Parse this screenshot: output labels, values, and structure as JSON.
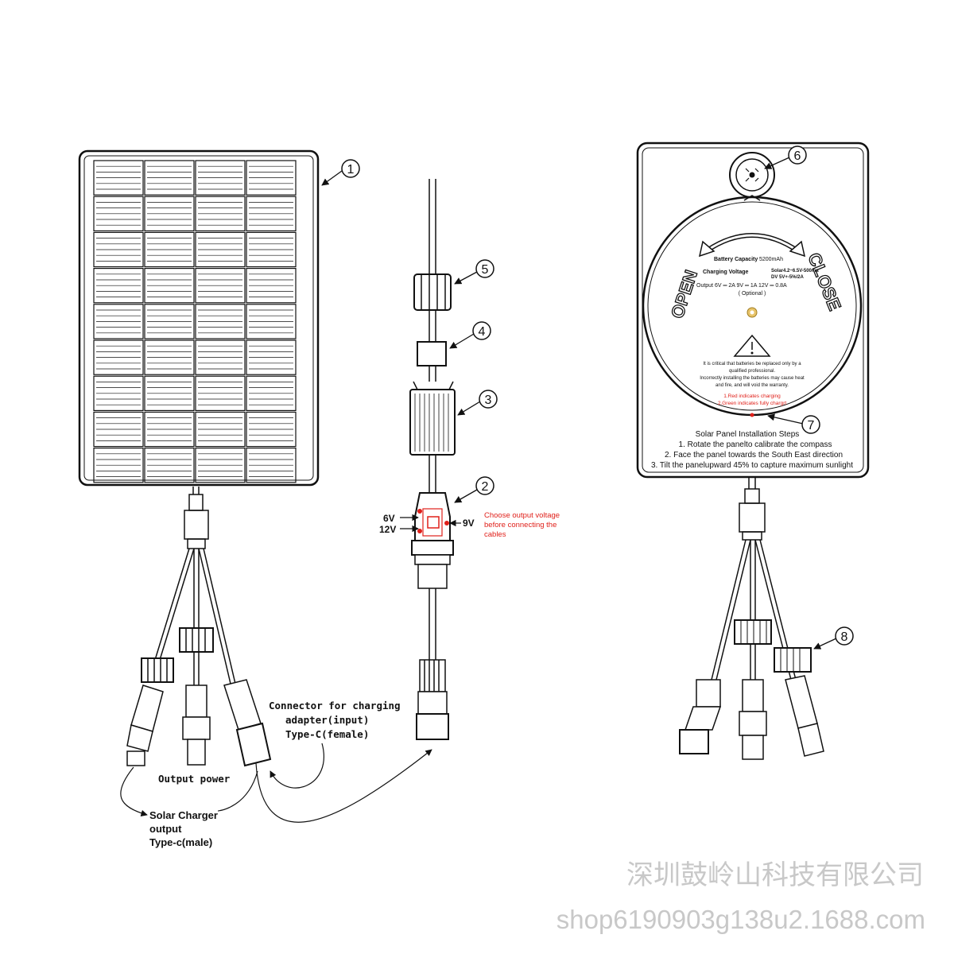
{
  "callouts": [
    "1",
    "2",
    "3",
    "4",
    "5",
    "6",
    "7",
    "8"
  ],
  "voltage": {
    "v6": "6V",
    "v12": "12V",
    "v9": "9V",
    "note": [
      "Choose output voltage",
      "before connecting the",
      "cables"
    ]
  },
  "connector_label": {
    "line1": "Connector for charging",
    "line2": "adapter(input)",
    "line3": "Type-C(female)"
  },
  "output_power": "Output power",
  "solar_charger": {
    "line1": "Solar Charger",
    "line2": "output",
    "line3": "Type-c(male)"
  },
  "dial": {
    "open": "OPEN",
    "close": "CLOSE",
    "battery_label": "Battery Capacity",
    "battery_value": "5200mAh",
    "charging_label": "Charging Voltage",
    "charging_value1": "Solar4.2~6.5V-500ma",
    "charging_value2": "DV 5V+-5%/2A",
    "output_line": "Output  6V ═ 2A  9V ═ 1A  12V ═ 0.8A",
    "optional": "( Optional )",
    "warning": [
      "It is critical that batteries be replaced only by a",
      "qualified professional.",
      "Incorrectly installing the batteries may cause heat",
      "and fire, and will void the warranty."
    ],
    "led": [
      "1.Red indicates charging",
      "2.Green indicates fully chargrt"
    ]
  },
  "install": {
    "title": "Solar Panel Installation Steps",
    "steps": [
      "1. Rotate the panelto calibrate the compass",
      "2. Face the panel towards the South East direction",
      "3. Tilt the panelupward 45% to capture maximum sunlight"
    ]
  },
  "watermark": {
    "company": "深圳鼓岭山科技有限公司",
    "url": "shop6190903g138u2.1688.com"
  },
  "colors": {
    "ink": "#111111",
    "red": "#e0201a",
    "watermark": "#c8c8c8"
  }
}
